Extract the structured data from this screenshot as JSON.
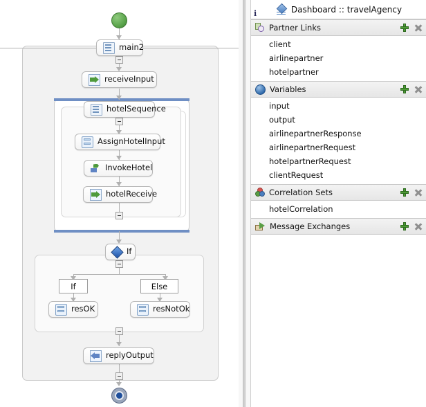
{
  "panel": {
    "header": {
      "info_marker": "i",
      "icon": "dashboard-diamond-icon",
      "title": "Dashboard :: travelAgency"
    },
    "sections": [
      {
        "id": "partner-links",
        "icon": "partner-links-icon",
        "title": "Partner Links",
        "add_label": "+",
        "remove_label": "x",
        "items": [
          "client",
          "airlinepartner",
          "hotelpartner"
        ]
      },
      {
        "id": "variables",
        "icon": "variables-sphere-icon",
        "title": "Variables",
        "add_label": "+",
        "remove_label": "x",
        "items": [
          "input",
          "output",
          "airlinepartnerResponse",
          "airlinepartnerRequest",
          "hotelpartnerRequest",
          "clientRequest"
        ]
      },
      {
        "id": "correlation-sets",
        "icon": "correlation-sets-icon",
        "title": "Correlation Sets",
        "add_label": "+",
        "remove_label": "x",
        "items": [
          "hotelCorrelation"
        ]
      },
      {
        "id": "message-exchanges",
        "icon": "message-exchanges-icon",
        "title": "Message Exchanges",
        "add_label": "+",
        "remove_label": "x",
        "items": []
      }
    ]
  },
  "diagram": {
    "type": "bpel-process-flow",
    "start_event": "start-event",
    "end_event": "end-event",
    "nodes": {
      "main2": "main2",
      "receiveInput": "receiveInput",
      "hotelSequence": "hotelSequence",
      "assignHotelInput": "AssignHotelInput",
      "invokeHotel": "InvokeHotel",
      "hotelReceive": "hotelReceive",
      "if": "If",
      "branch_if": "If",
      "branch_else": "Else",
      "resOK": "resOK",
      "resNotOk": "resNotOk",
      "replyOutput": "replyOutput"
    }
  },
  "colors": {
    "scope_accent": "#6f8fc4",
    "start_event": "#5aa44b",
    "end_event": "#1f4f9c",
    "add_icon": "#4e9c36",
    "panel_header_bg": "#efefef"
  }
}
